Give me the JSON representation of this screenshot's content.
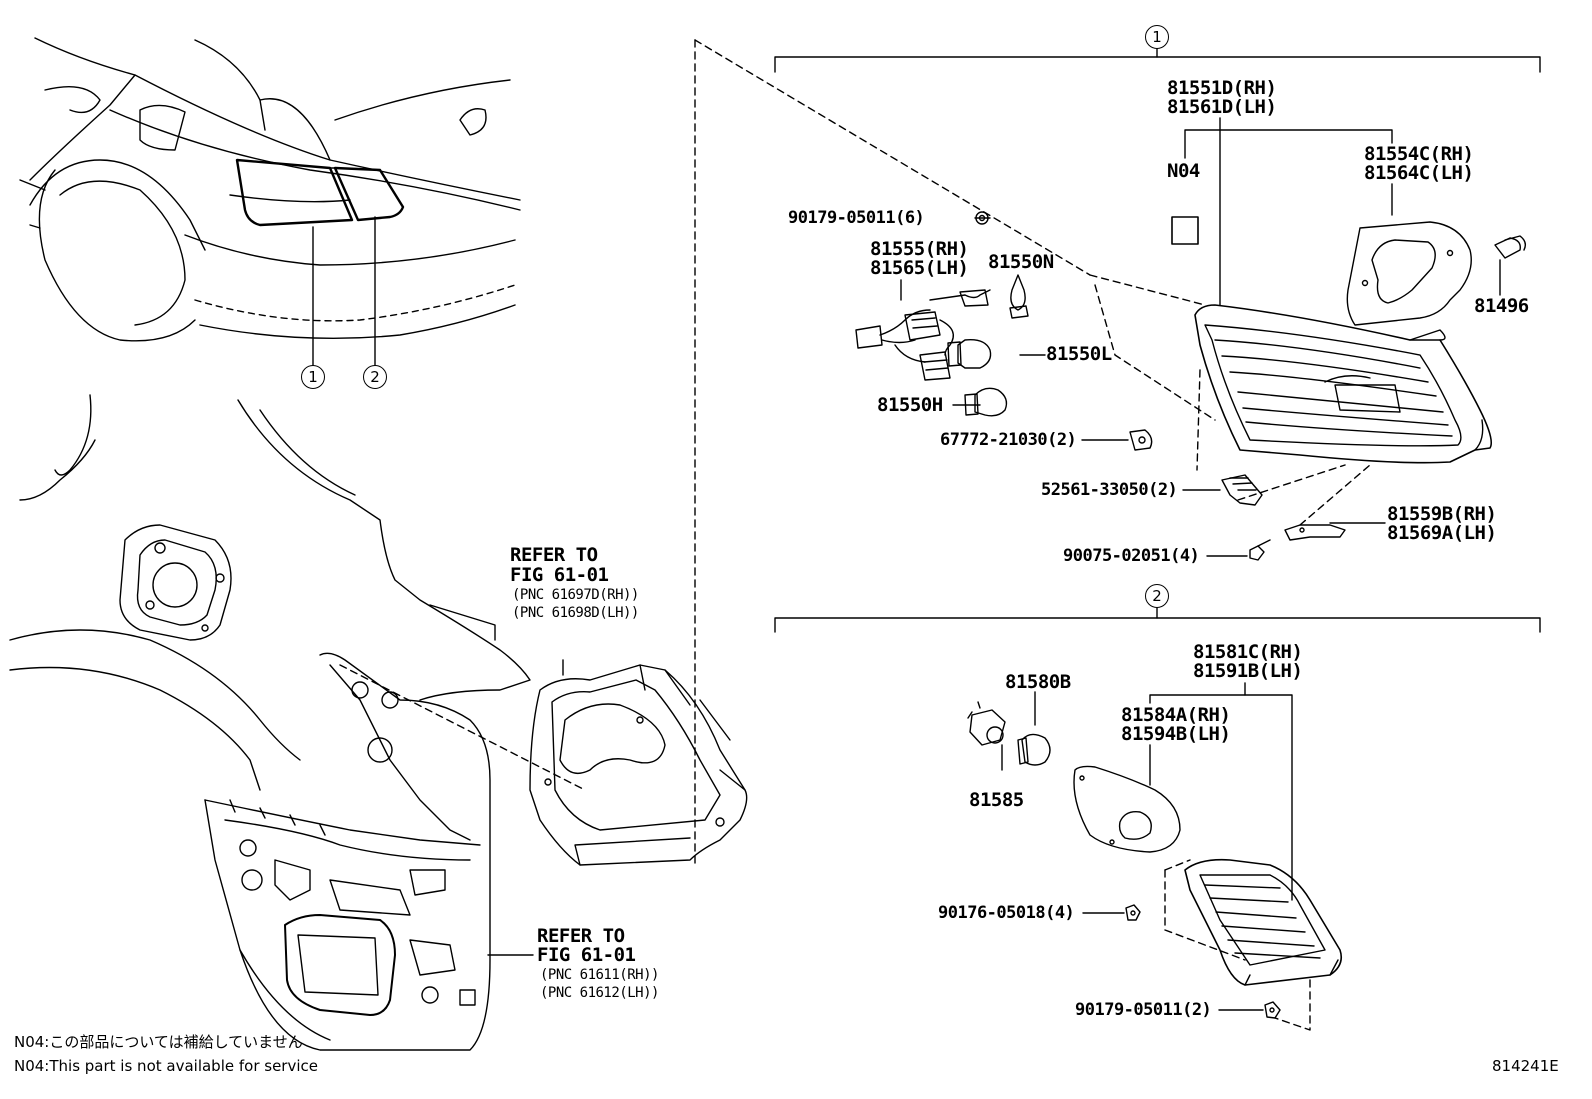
{
  "callouts": {
    "c1": "1",
    "c2": "2"
  },
  "parts": {
    "p81551": "81551D(RH)",
    "p81561": "81561D(LH)",
    "n04": "N04",
    "p81554": "81554C(RH)",
    "p81564": "81564C(LH)",
    "p90179a": "90179-05011(6)",
    "p81555": "81555(RH)",
    "p81565": "81565(LH)",
    "p81550n": "81550N",
    "p81550l": "81550L",
    "p81550h": "81550H",
    "p81496": "81496",
    "p67772": "67772-21030(2)",
    "p52561": "52561-33050(2)",
    "p81559": "81559B(RH)",
    "p81569": "81569A(LH)",
    "p90075": "90075-02051(4)",
    "p81581": "81581C(RH)",
    "p81591": "81591B(LH)",
    "p81580b": "81580B",
    "p81584": "81584A(RH)",
    "p81594": "81594B(LH)",
    "p81585": "81585",
    "p90176": "90176-05018(4)",
    "p90179b": "90179-05011(2)"
  },
  "refs": {
    "r1_line1": "REFER TO",
    "r1_line2": "FIG 61-01",
    "r1_line3": "(PNC 61697D(RH))",
    "r1_line4": "(PNC 61698D(LH))",
    "r2_line1": "REFER TO",
    "r2_line2": "FIG 61-01",
    "r2_line3": "(PNC 61611(RH))",
    "r2_line4": "(PNC 61612(LH))"
  },
  "notes": {
    "jp": "N04:この部品については補給していません",
    "en": "N04:This part is not available for service"
  },
  "figure_id": "814241E"
}
